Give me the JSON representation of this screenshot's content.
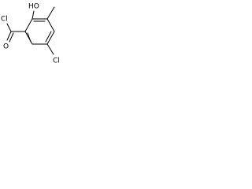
{
  "molecule": {
    "atoms": {
      "hydroxyl": "HO",
      "acyl_chloride": "Cl",
      "carbonyl_oxygen": "O",
      "ring_chloride": "Cl"
    },
    "colors": {
      "bond": "#000000",
      "text": "#000000",
      "background": "#ffffff"
    }
  }
}
